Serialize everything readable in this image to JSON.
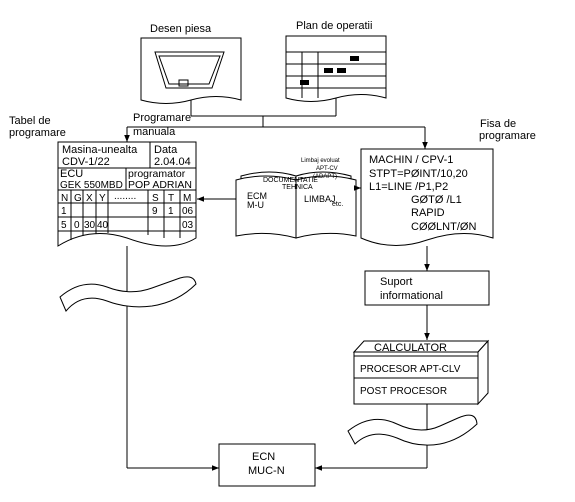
{
  "labels": {
    "desen_piesa": "Desen piesa",
    "plan_operatii": "Plan de operatii",
    "tabel_line1": "Tabel de",
    "tabel_line2": "programare",
    "programare_line1": "Programare",
    "programare_line2": "manuala",
    "fisa_line1": "Fisa de",
    "fisa_line2": "programare",
    "limbaj_line1": "Limbaj evoluat",
    "limbaj_line2": "APT-CV",
    "limbaj_line3": "(ADAPT)",
    "etc": "etc."
  },
  "table": {
    "masina_line1": "Masina-unealta",
    "masina_line2": "CDV-1/22",
    "data_label": "Data",
    "data_value": "2.04.04",
    "ecu": "ECU",
    "ecu_model": "GEK 550MBD",
    "programator_label": "programator",
    "programator_name": "POP ADRIAN",
    "header_cols": [
      "N",
      "G",
      "X",
      "Y",
      "........",
      "S",
      "T",
      "M"
    ],
    "row1": [
      "1",
      "",
      "",
      "",
      "",
      "9",
      "1",
      "06"
    ],
    "row2": [
      "5",
      "0",
      "30",
      "40",
      "",
      "",
      "",
      "03"
    ]
  },
  "book": {
    "title_line1": "DOCUMENTATIE",
    "title_line2": "TEHNICA",
    "left_line1": "ECM",
    "left_line2": "M-U",
    "right": "LIMBAJ"
  },
  "fisa": {
    "lines": [
      "MACHIN / CPV-1",
      "STPT=PØINT/10,20",
      "L1=LINE /P1,P2",
      "GØTØ /L1",
      "RAPID",
      "CØØLNT/ØN"
    ]
  },
  "suport": {
    "line1": "Suport",
    "line2": "informational"
  },
  "calculator": {
    "title": "CALCULATOR",
    "procesor": "PROCESOR APT-CLV",
    "post": "POST PROCESOR"
  },
  "ecn": {
    "line1": "ECN",
    "line2": "MUC-N"
  }
}
